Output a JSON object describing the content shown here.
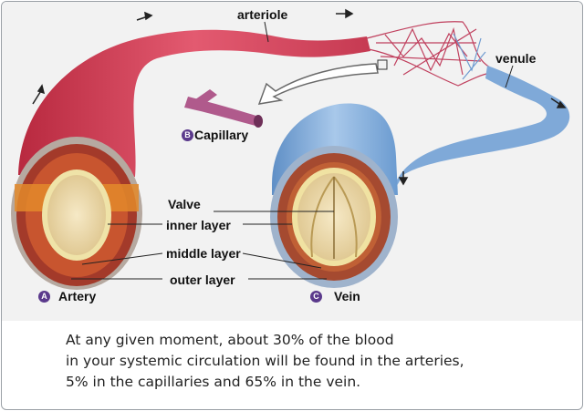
{
  "labels": {
    "arteriole": "arteriole",
    "venule": "venule",
    "capillary": "Capillary",
    "artery": "Artery",
    "vein": "Vein",
    "valve": "Valve",
    "inner_layer": "inner layer",
    "middle_layer": "middle layer",
    "outer_layer": "outer layer"
  },
  "badges": {
    "artery": "A",
    "capillary": "B",
    "vein": "C"
  },
  "caption": {
    "line1": "At any given moment, about 30% of the blood",
    "line2": "in your systemic circulation will be found in the arteries,",
    "line3": "5% in the capillaries and 65% in the vein."
  },
  "colors": {
    "artery_red": "#d8455e",
    "vein_blue": "#7aa8d8",
    "badge_purple": "#5b3a8c"
  }
}
